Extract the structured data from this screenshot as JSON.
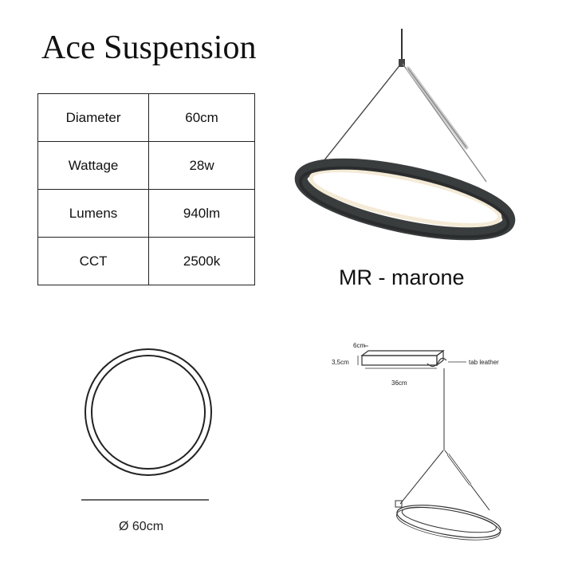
{
  "product": {
    "title": "Ace Suspension"
  },
  "specs": {
    "rows": [
      {
        "label": "Diameter",
        "value": "60cm"
      },
      {
        "label": "Wattage",
        "value": "28w"
      },
      {
        "label": "Lumens",
        "value": "940lm"
      },
      {
        "label": "CCT",
        "value": "2500k"
      }
    ]
  },
  "finish": {
    "label": "MR - marone"
  },
  "top_view": {
    "diameter_label": "Ø 60cm"
  },
  "side_drawing": {
    "width_label": "6cm",
    "height_label": "3,5cm",
    "length_label": "36cm",
    "tab_label": "tab leather"
  },
  "colors": {
    "ring_body": "#3a3d3e",
    "glow": "#f4ead6",
    "line": "#222222"
  }
}
